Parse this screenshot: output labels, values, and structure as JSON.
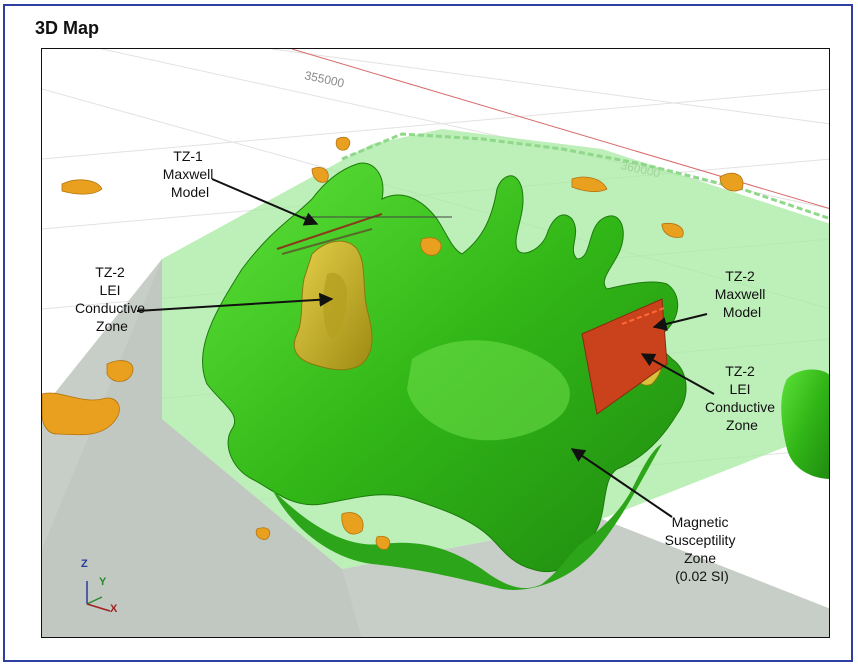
{
  "title": "3D Map",
  "ticks": {
    "x1": "355000",
    "x2": "360000"
  },
  "labels": {
    "tz1_maxwell": [
      "TZ-1",
      "Maxwell",
      "Model"
    ],
    "tz2_lei_left": [
      "TZ-2",
      "LEI",
      "Conductive",
      "Zone"
    ],
    "tz2_maxwell": [
      "TZ-2",
      "Maxwell",
      "Model"
    ],
    "tz2_lei_right": [
      "TZ-2",
      "LEI",
      "Conductive",
      "Zone"
    ],
    "magnetic": [
      "Magnetic",
      "Susceptility",
      "Zone",
      "(0.02 SI)"
    ]
  },
  "axes": {
    "z": "Z",
    "y": "Y",
    "x": "X"
  },
  "colors": {
    "frame": "#2f3fa0",
    "magnetic_body": "#3ec41f",
    "translucent_slab": "#a7eaa2",
    "block_side": "#c7cec7",
    "lei_zone": "#c9b22a",
    "maxwell_plate": "#c9421b",
    "orange_blobs": "#e9a01e",
    "grid_line": "#d96a6a"
  }
}
